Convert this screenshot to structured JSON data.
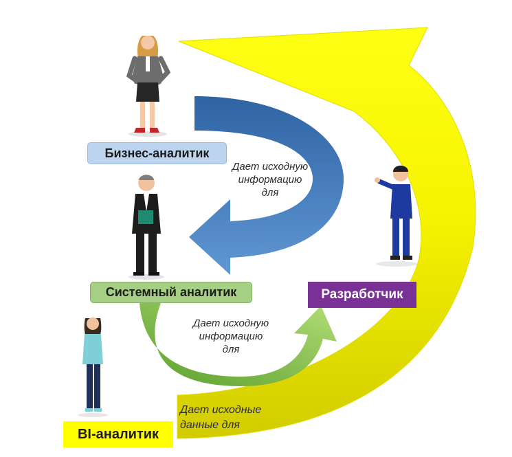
{
  "roles": {
    "business_analyst": "Бизнес-аналитик",
    "system_analyst": "Системный аналитик",
    "developer": "Разработчик",
    "bi_analyst": "BI-аналитик"
  },
  "captions": {
    "business_to_system": [
      "Дает исходную",
      "информацию",
      "для"
    ],
    "system_to_developer": [
      "Дает исходную",
      "информацию",
      "для"
    ],
    "bi_to_business": [
      "Дает исходные",
      "данные для"
    ]
  },
  "colors": {
    "business_box": "#bcd4ee",
    "system_box": "#a6cf86",
    "developer_box": "#7a3196",
    "bi_box": "#ffff00",
    "blue_arrow": "#3f79b6",
    "green_arrow": "#7ebd3e",
    "yellow_arrow": "#f3f000"
  }
}
